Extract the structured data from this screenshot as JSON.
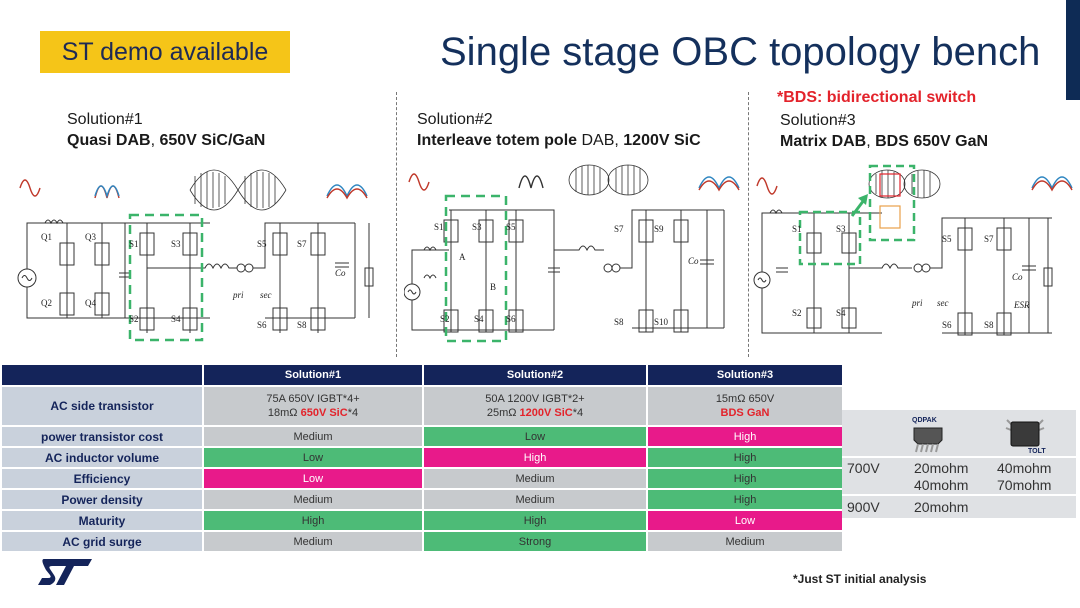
{
  "badge": "ST demo available",
  "title": "Single stage OBC topology bench",
  "bds_note": "*BDS: bidirectional switch",
  "solutions": [
    {
      "label": "Solution#1",
      "desc_bold1": "Quasi DAB",
      "desc_plain": ", ",
      "desc_bold2": "650V SiC/GaN"
    },
    {
      "label": "Solution#2",
      "desc_bold1": "Interleave totem pole",
      "desc_plain": " DAB, ",
      "desc_bold2": "1200V SiC"
    },
    {
      "label": "Solution#3",
      "desc_bold1": "Matrix DAB",
      "desc_plain": ", ",
      "desc_bold2": "BDS 650V GaN"
    }
  ],
  "table": {
    "headers": [
      "Solution#1",
      "Solution#2",
      "Solution#3"
    ],
    "ac_side": {
      "label": "AC side transistor",
      "s1_line1": "75A 650V IGBT*4+",
      "s1_line2a": "18mΩ ",
      "s1_line2b": "650V SiC",
      "s1_line2c": "*4",
      "s2_line1": "50A 1200V IGBT*2+",
      "s2_line2a": "25mΩ ",
      "s2_line2b": "1200V SiC",
      "s2_line2c": "*4",
      "s3_line1": "15mΩ 650V",
      "s3_line2": "BDS GaN"
    },
    "rows": [
      {
        "label": "power transistor cost",
        "values": [
          "Medium",
          "Low",
          "High"
        ]
      },
      {
        "label": "AC inductor volume",
        "values": [
          "Low",
          "High",
          "High"
        ]
      },
      {
        "label": "Efficiency",
        "values": [
          "Low",
          "Medium",
          "High"
        ]
      },
      {
        "label": "Power density",
        "values": [
          "Medium",
          "Medium",
          "High"
        ]
      },
      {
        "label": "Maturity",
        "values": [
          "High",
          "High",
          "Low"
        ]
      },
      {
        "label": "AC grid surge",
        "values": [
          "Medium",
          "Strong",
          "Medium"
        ]
      }
    ]
  },
  "packages": {
    "qdpak": "QDPAK",
    "tolt": "TOLT",
    "rows": [
      {
        "voltage": "700V",
        "qdpak": [
          "20mohm",
          "40mohm"
        ],
        "tolt": [
          "40mohm",
          "70mohm"
        ]
      },
      {
        "voltage": "900V",
        "qdpak": [
          "20mohm"
        ],
        "tolt": []
      }
    ]
  },
  "colors": {
    "low": "#4dbb77",
    "medium": "#c7cacd",
    "high": "#e81a8a",
    "header": "#14245a",
    "badge": "#f5c518"
  },
  "footnote": "*Just ST initial analysis",
  "logo": "ST"
}
